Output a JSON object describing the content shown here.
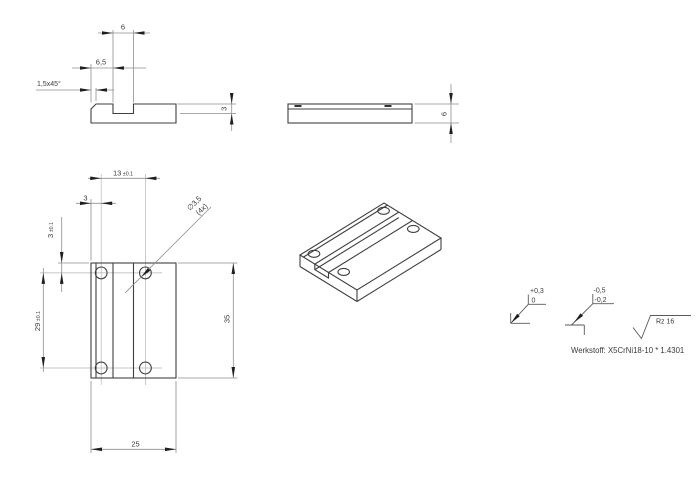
{
  "front_view": {
    "slot_width": "6",
    "slot_offset": "6,5",
    "chamfer": "1,5x45°",
    "slot_depth": "3"
  },
  "side_view": {
    "height": "6"
  },
  "plan_view": {
    "hole_pitch_x": "13",
    "hole_pitch_x_tol": "±0.1",
    "hole_offset_x": "3",
    "hole_offset_y": "3",
    "hole_offset_y_tol": "±0.1",
    "hole_pitch_y": "29",
    "hole_pitch_y_tol": "±0.1",
    "length": "35",
    "width": "25",
    "hole_dia": "∅3,5",
    "hole_qty": "(4x)"
  },
  "tolerances": {
    "edge_outer_plus": "+0,3",
    "edge_outer_zero": "0",
    "edge_inner_upper": "-0,5",
    "edge_inner_lower": "-0,2",
    "surface_roughness": "Rz  16"
  },
  "material": {
    "label": "Werkstoff: X5CrNi18-10 * 1.4301"
  }
}
